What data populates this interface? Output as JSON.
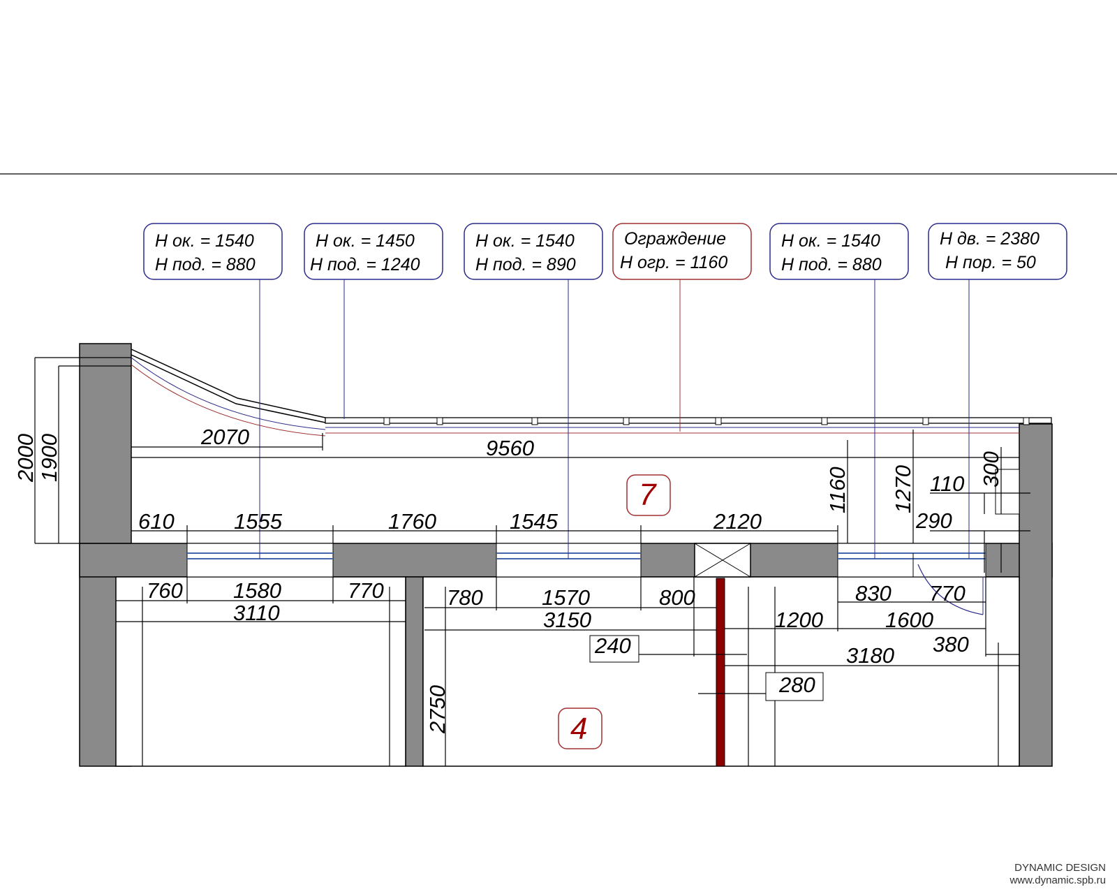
{
  "callouts": [
    {
      "line1": "H ок. = 1540",
      "line2": "H под. = 880",
      "color": "#2a2a8a"
    },
    {
      "line1": "H ок. = 1450",
      "line2": "H под. = 1240",
      "color": "#2a2a8a"
    },
    {
      "line1": "H ок. = 1540",
      "line2": "H под. = 890",
      "color": "#2a2a8a"
    },
    {
      "line1": "Ограждение",
      "line2": "H огр. = 1160",
      "color": "#a03030"
    },
    {
      "line1": "H ок. = 1540",
      "line2": "H под. = 880",
      "color": "#2a2a8a"
    },
    {
      "line1": "H дв. = 2380",
      "line2": "H пор. = 50",
      "color": "#2a2a8a"
    }
  ],
  "rooms": {
    "balcony": "7",
    "room": "4"
  },
  "dimensions": {
    "balcony_width": "2070",
    "balcony_length": "9560",
    "left_h1": "2000",
    "left_h2": "1900",
    "seg_610": "610",
    "seg_1555": "1555",
    "seg_1760": "1760",
    "seg_1545": "1545",
    "seg_2120": "2120",
    "h_1160": "1160",
    "h_1270": "1270",
    "d_110": "110",
    "d_300": "300",
    "d_290": "290",
    "r_760": "760",
    "r_1580": "1580",
    "r_770a": "770",
    "r_3110": "3110",
    "r_780": "780",
    "r_1570": "1570",
    "r_800": "800",
    "r_3150": "3150",
    "r_830": "830",
    "r_770b": "770",
    "r_1200": "1200",
    "r_1600": "1600",
    "r_240": "240",
    "r_380": "380",
    "r_3180": "3180",
    "r_280": "280",
    "r_2750": "2750"
  },
  "credit": {
    "brand": "DYNAMIC DESIGN",
    "url": "www.dynamic.spb.ru"
  },
  "colors": {
    "wall": "#8a8a8a",
    "pipe": "#8b0000",
    "callout_blue": "#2a2a8a",
    "callout_red": "#a03030",
    "room_number": "#a00000"
  }
}
